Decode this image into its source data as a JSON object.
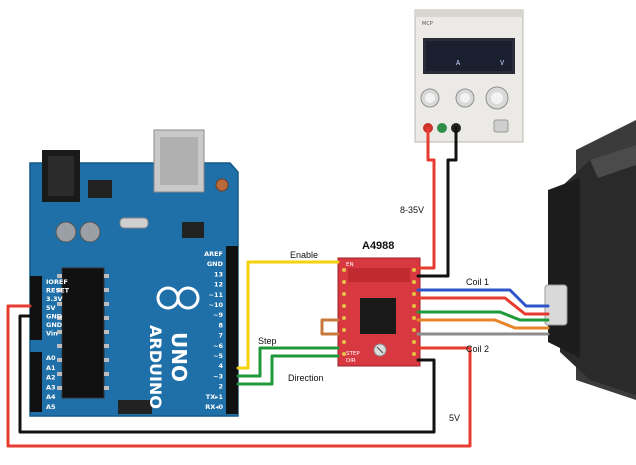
{
  "labels": {
    "driver": "A4988",
    "enable": "Enable",
    "step": "Step",
    "direction": "Direction",
    "voltage_in": "8-35V",
    "coil1": "Coil 1",
    "coil2": "Coil 2",
    "logic_voltage": "5V"
  },
  "arduino": {
    "brand": "ARDUINO",
    "model": "UNO",
    "digital_pins": [
      "AREF",
      "GND",
      "13",
      "12",
      "~11",
      "~10",
      "~9",
      "8",
      "7",
      "~6",
      "~5",
      "4",
      "~3",
      "2",
      "TX▸1",
      "RX◂0"
    ],
    "power_pins": [
      "IOREF",
      "RESET",
      "3.3V",
      "5V",
      "GND",
      "GND",
      "Vin"
    ],
    "analog_pins": [
      "A0",
      "A1",
      "A2",
      "A3",
      "A4",
      "A5"
    ]
  },
  "power_supply": {
    "brand": "MCP",
    "unit_a": "A",
    "unit_v": "V"
  },
  "colors": {
    "red_wire": "#e63b2e",
    "black_wire": "#111111",
    "yellow_wire": "#f5d20f",
    "green_wire": "#1e9a3a",
    "blue_wire": "#2d55c8",
    "orange_wire": "#e8852a",
    "gray_wire": "#8c8c8c",
    "board_blue": "#1f6fa8",
    "driver_red": "#d8383f"
  }
}
